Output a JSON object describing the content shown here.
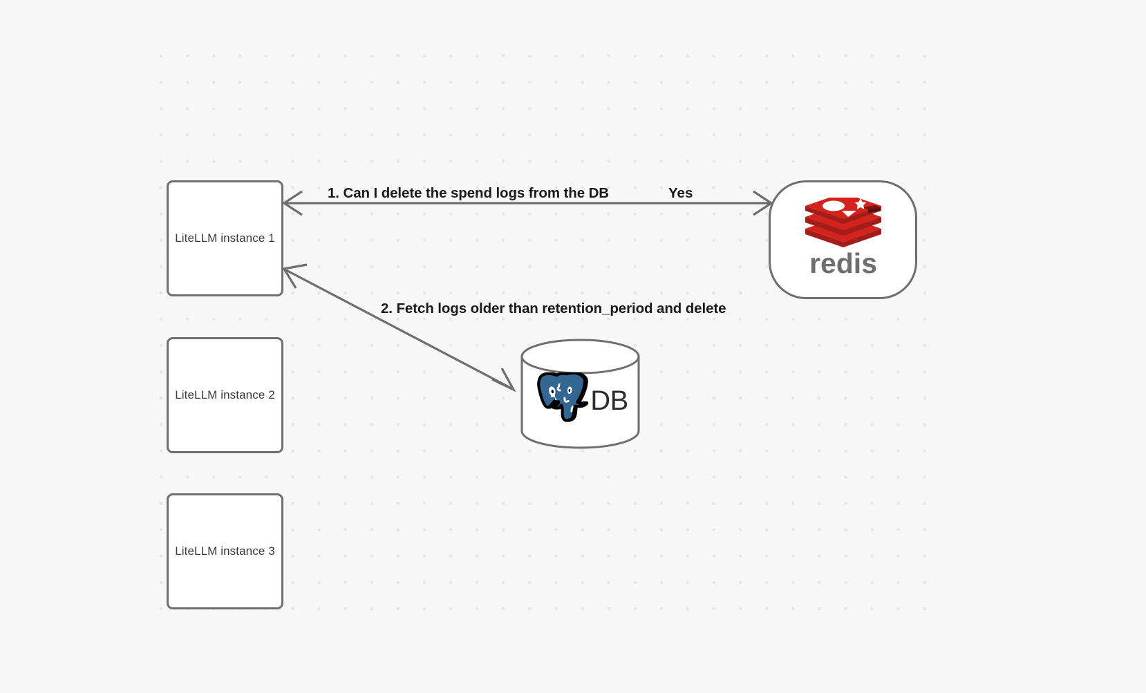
{
  "canvas": {
    "background_color": "#f7f7f7",
    "dot_color": "#e6e6e6",
    "edge_color": "#6e6e6e"
  },
  "nodes": {
    "instances": [
      {
        "id": "instance-1",
        "label": "LiteLLM instance 1"
      },
      {
        "id": "instance-2",
        "label": "LiteLLM instance 2"
      },
      {
        "id": "instance-3",
        "label": "LiteLLM instance 3"
      }
    ],
    "redis": {
      "id": "redis-node",
      "wordmark": "redis",
      "logo_color": "#d4231e",
      "wordmark_color": "#6e6e6e"
    },
    "database": {
      "id": "db-node",
      "label": "DB",
      "logo_color": "#336791"
    }
  },
  "edges": [
    {
      "id": "edge-redis-instance1",
      "label": "1.  Can I delete the spend logs from the DB",
      "response_label": "Yes",
      "from": "redis-node",
      "to": "instance-1"
    },
    {
      "id": "edge-db-instance1",
      "label": "2.  Fetch logs older than retention_period and delete",
      "from": "db-node",
      "to": "instance-1"
    }
  ]
}
